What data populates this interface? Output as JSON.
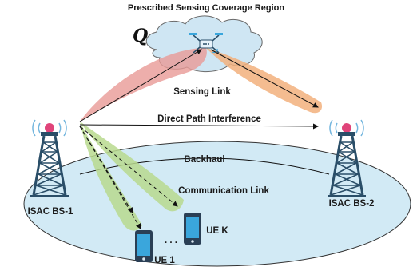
{
  "diagram": {
    "title": "Prescribed Sensing Coverage Region",
    "region_symbol": "Q",
    "labels": {
      "sensing_link": "Sensing Link",
      "direct_path_interference": "Direct Path Interference",
      "backhaul": "Backhaul",
      "communication_link": "Communication Link",
      "bs1": "ISAC BS-1",
      "bs2": "ISAC BS-2",
      "ue1": "UE 1",
      "uek": "UE K",
      "ellipsis": ". . ."
    },
    "colors": {
      "cloud_fill": "#cfe6f3",
      "cloud_stroke": "#6a6a6a",
      "sensing_beam_red": "#e89a96",
      "sensing_beam_orange": "#f2b07c",
      "comm_beam_green": "#b9d98e",
      "tower_steel": "#2a4e68",
      "tower_top": "#e0447a",
      "signal_waves": "#74b6de",
      "phone_blue": "#3aa6dc",
      "phone_frame": "#2a3f55"
    },
    "icons": [
      "drone-icon",
      "base-station-tower-icon",
      "smartphone-icon",
      "cloud-icon"
    ]
  }
}
